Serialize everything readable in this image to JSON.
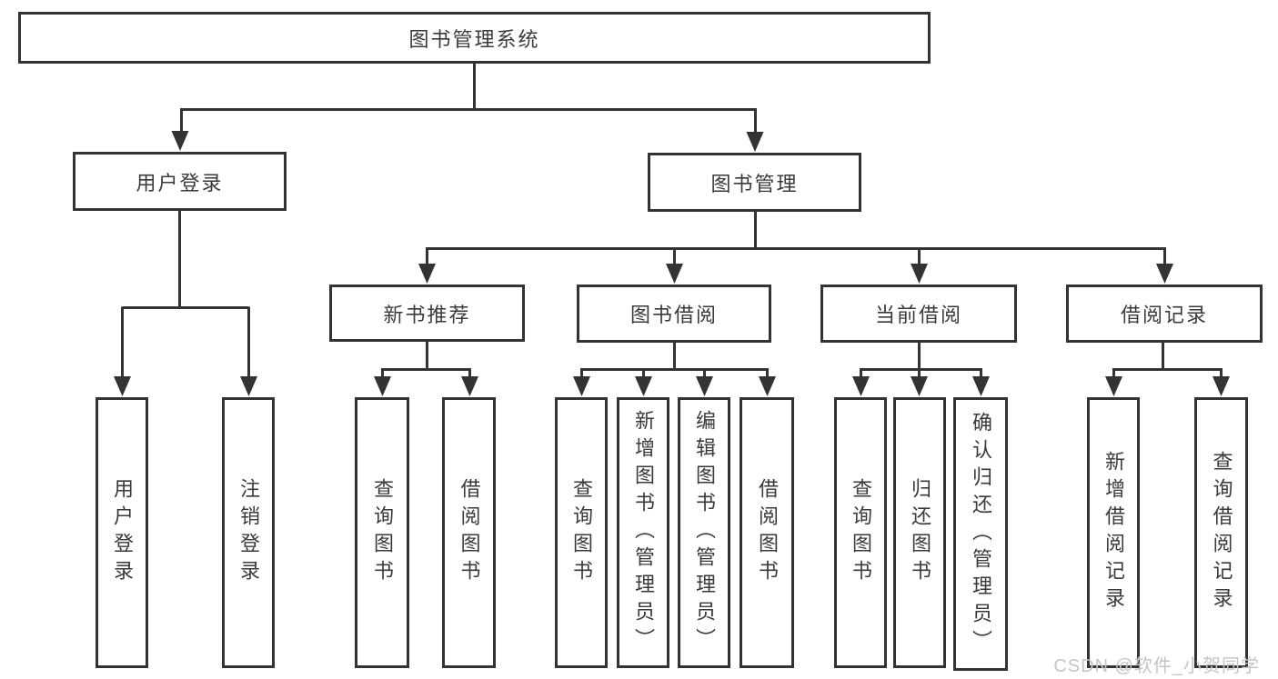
{
  "tree": {
    "label": "图书管理系统",
    "children": [
      {
        "label": "用户登录",
        "children": [
          {
            "label": "用户登录"
          },
          {
            "label": "注销登录"
          }
        ]
      },
      {
        "label": "图书管理",
        "children": [
          {
            "label": "新书推荐",
            "children": [
              {
                "label": "查询图书"
              },
              {
                "label": "借阅图书"
              }
            ]
          },
          {
            "label": "图书借阅",
            "children": [
              {
                "label": "查询图书"
              },
              {
                "label": "新增图书（管理员）"
              },
              {
                "label": "编辑图书（管理员）"
              },
              {
                "label": "借阅图书"
              }
            ]
          },
          {
            "label": "当前借阅",
            "children": [
              {
                "label": "查询图书"
              },
              {
                "label": "归还图书"
              },
              {
                "label": "确认归还（管理员）"
              }
            ]
          },
          {
            "label": "借阅记录",
            "children": [
              {
                "label": "新增借阅记录"
              },
              {
                "label": "查询借阅记录"
              }
            ]
          }
        ]
      }
    ]
  },
  "watermark": {
    "text": "CSDN @软件_小贺同学"
  },
  "colors": {
    "stroke": "#333333",
    "text": "#3a3a3a",
    "watermark": "#c5c5c5",
    "background": "#ffffff"
  }
}
